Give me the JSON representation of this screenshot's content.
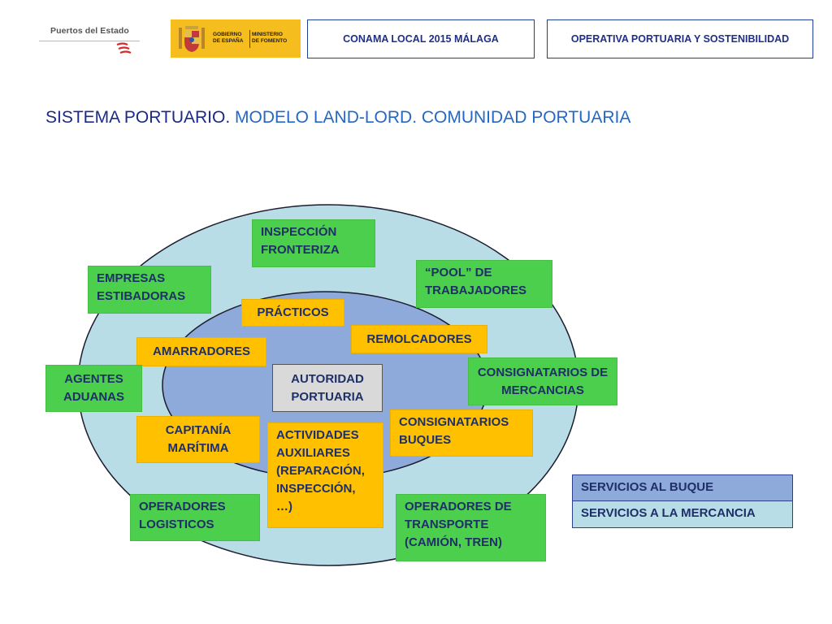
{
  "header": {
    "logo_text": "Puertos del Estado",
    "gov_left": "GOBIERNO\nDE ESPAÑA",
    "gov_right": "MINISTERIO\nDE FOMENTO",
    "box_conama": "CONAMA LOCAL 2015 MÁLAGA",
    "box_operativa": "OPERATIVA PORTUARIA Y SOSTENIBILIDAD"
  },
  "title": {
    "part1": "SISTEMA PORTUARIO.",
    "part2": " MODELO LAND-LORD. COMUNIDAD PORTUARIA"
  },
  "colors": {
    "outer_ellipse": "#b9dde6",
    "inner_ellipse": "#8eaadb",
    "green": "#4ccf4c",
    "orange": "#ffc000",
    "gray": "#d9d9d9",
    "text": "#1f2f68"
  },
  "nodes": {
    "inspeccion": "INSPECCIÓN FRONTERIZA",
    "pool": "“POOL”  DE TRABAJADORES",
    "empresas": "EMPRESAS ESTIBADORAS",
    "practicos": "PRÁCTICOS",
    "remolcadores": "REMOLCADORES",
    "amarradores": "AMARRADORES",
    "autoridad": "AUTORIDAD PORTUARIA",
    "agentes": "AGENTES ADUANAS",
    "consig_merc": "CONSIGNATARIOS DE MERCANCIAS",
    "consig_buques": "CONSIGNATARIOS BUQUES",
    "capitania": "CAPITANÍA MARÍTIMA",
    "actividades": "ACTIVIDADES AUXILIARES (REPARACIÓN, INSPECCIÓN, …)",
    "op_logisticos": "OPERADORES LOGISTICOS",
    "op_transporte": "OPERADORES DE TRANSPORTE (CAMIÓN, TREN)"
  },
  "legend": {
    "buque": "SERVICIOS AL BUQUE",
    "mercancia": "SERVICIOS A LA MERCANCIA"
  }
}
